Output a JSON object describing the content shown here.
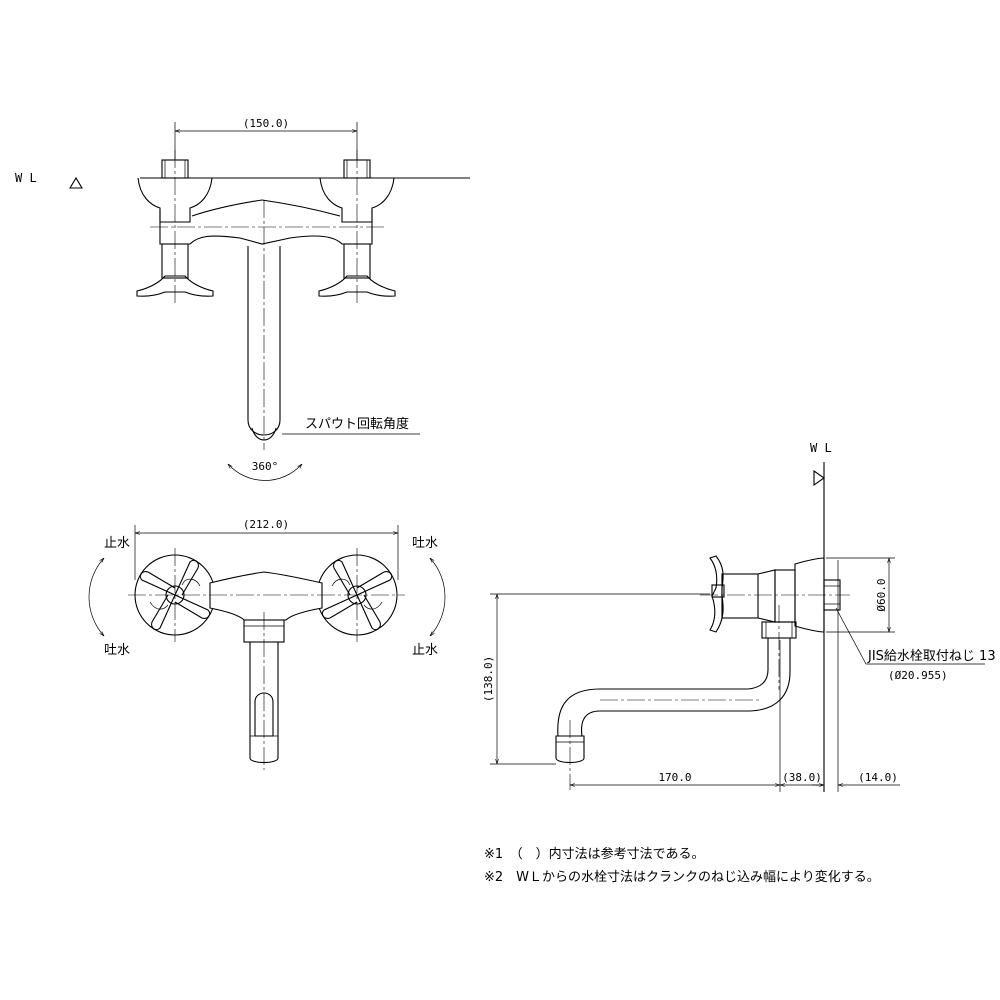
{
  "wl_label": "W L",
  "top_view": {
    "dim_top": "(150.0)",
    "spout_label": "スパウト回転角度",
    "rotation": "360°"
  },
  "front_view": {
    "dim_width": "(212.0)",
    "left_top": "止水",
    "left_bottom": "吐水",
    "right_top": "吐水",
    "right_bottom": "止水"
  },
  "side_view": {
    "dim_height": "(138.0)",
    "dim_60": "Ø60.0",
    "dim_170": "170.0",
    "dim_38": "(38.0)",
    "dim_14": "(14.0)",
    "thread_label": "JIS給水栓取付ねじ 13",
    "thread_dia": "(Ø20.955)"
  },
  "notes": [
    "※1　（　）内寸法は参考寸法である。",
    "※2　WＬからの水栓寸法はクランクのねじ込み幅により変化する。"
  ]
}
